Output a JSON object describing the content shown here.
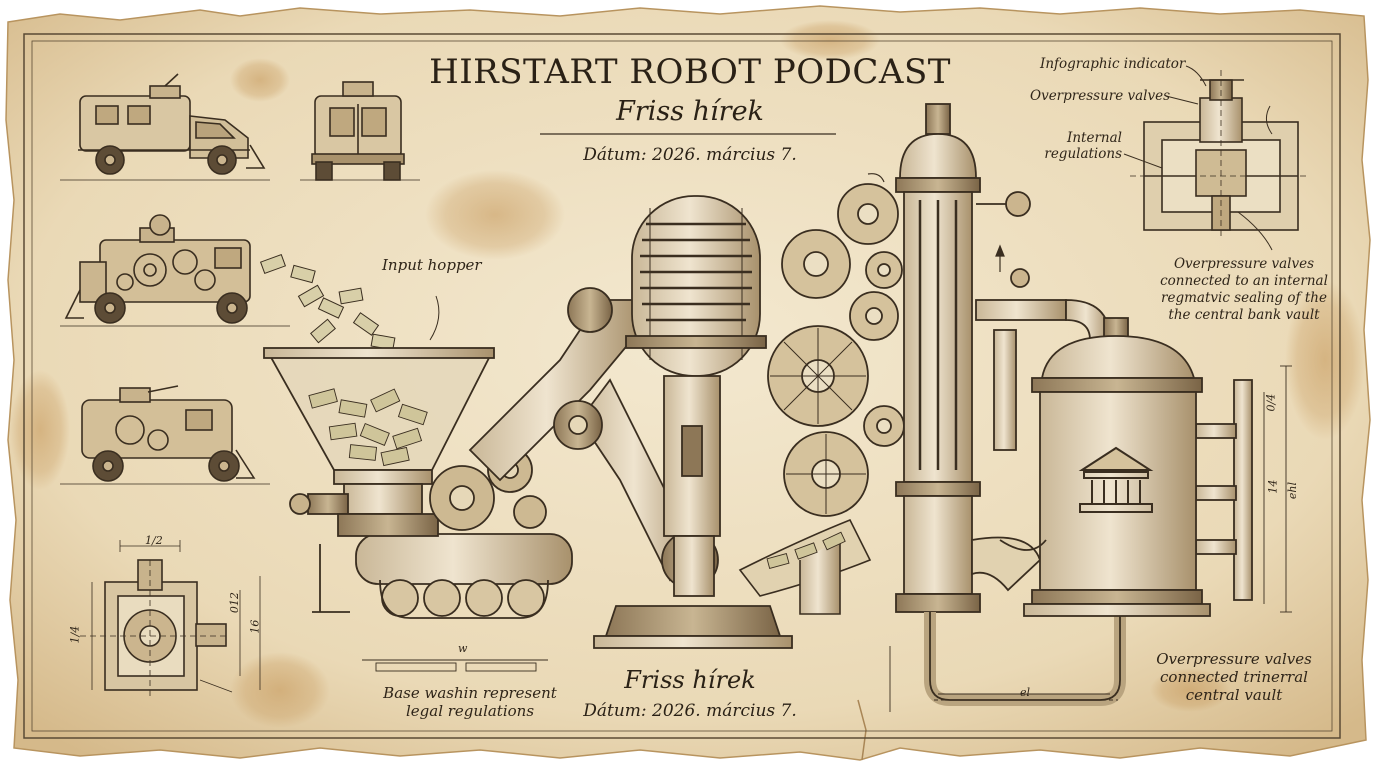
{
  "header": {
    "title": "HIRSTART ROBOT PODCAST",
    "subtitle": "Friss hírek",
    "date": "Dátum: 2026. március 7."
  },
  "footer": {
    "subtitle": "Friss hírek",
    "date": "Dátum: 2026. március 7."
  },
  "callouts": {
    "input_hopper": "Input hopper",
    "infographic_indicator": "Infographic indicator",
    "overpressure_valves_top": "Overpressure valves",
    "internal_regulations": "Internal\nregulations",
    "overpressure_vault_note": "Overpressure valves\nconnected to an internal\nregmatvic sealing of the\nthe central bank vault",
    "base_washin": "Base washin represent\nlegal regulations",
    "overpressure_bottom": "Overpressure valves\nconnected trinerral\ncentral vault"
  },
  "dimensions": {
    "d_half": "1/2",
    "d_w": "w",
    "d_el": "el",
    "d_14a": "1/4",
    "d_14b": "14",
    "d_16": "16",
    "d_012": "012",
    "d_014": "0/4",
    "d_ehl": "ehl"
  },
  "colors": {
    "paper": "#efe2c4",
    "paper_edge": "#c9a876",
    "stain": "#b88948",
    "ink": "#3a2e20"
  }
}
